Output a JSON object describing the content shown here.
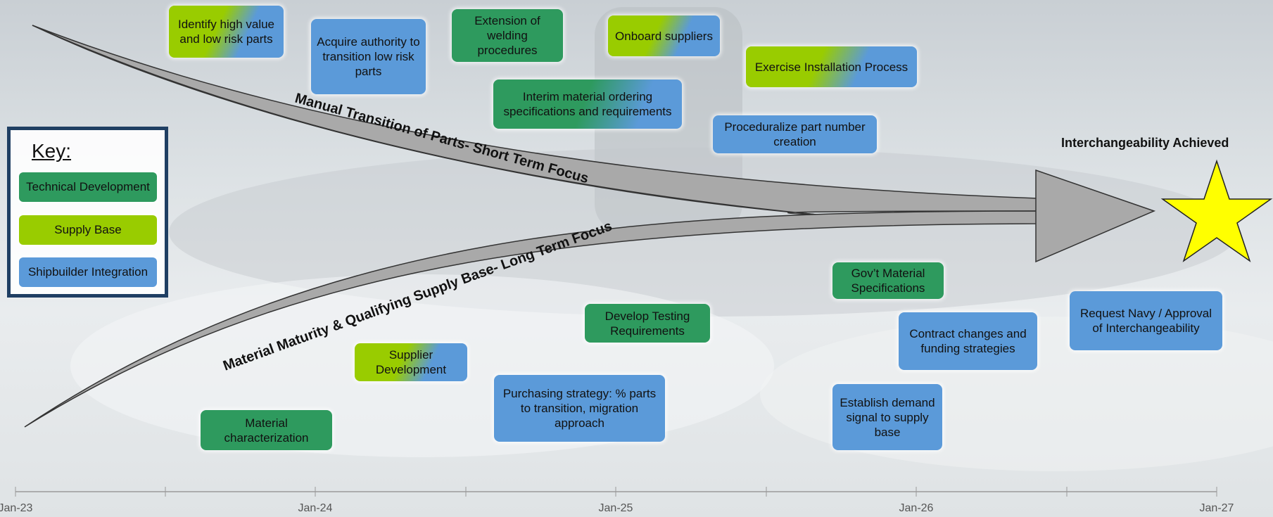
{
  "arrows": {
    "short_term": "Manual Transition of Parts- Short Term Focus",
    "long_term": "Material Maturity & Qualifying Supply Base- Long Term Focus"
  },
  "goal": {
    "label": "Interchangeability Achieved",
    "icon": "star-icon",
    "color": "#ffff00"
  },
  "key": {
    "title": "Key:",
    "items": [
      {
        "label": "Technical Development",
        "color": "#2e9a5e"
      },
      {
        "label": "Supply Base",
        "color": "#99cc00"
      },
      {
        "label": "Shipbuilder Integration",
        "color": "#5b9ad9"
      }
    ]
  },
  "tasks": [
    {
      "id": "identify",
      "text": "Identify high value and low risk  parts",
      "category": "Supply Base / Shipbuilder Integration"
    },
    {
      "id": "acquire",
      "text": "Acquire  authority to transition low risk parts",
      "category": "Shipbuilder Integration"
    },
    {
      "id": "extension",
      "text": "Extension of welding procedures",
      "category": "Technical Development"
    },
    {
      "id": "onboard",
      "text": "Onboard suppliers",
      "category": "Supply Base / Shipbuilder Integration"
    },
    {
      "id": "exercise",
      "text": "Exercise Installation Process",
      "category": "Supply Base / Shipbuilder Integration"
    },
    {
      "id": "interim",
      "text": "Interim material ordering specifications and requirements",
      "category": "Technical Development / Shipbuilder Integration"
    },
    {
      "id": "proceduralize",
      "text": "Proceduralize part number creation",
      "category": "Shipbuilder Integration"
    },
    {
      "id": "govt",
      "text": "Gov’t Material Specifications",
      "category": "Technical Development"
    },
    {
      "id": "develop_testing",
      "text": "Develop Testing Requirements",
      "category": "Technical Development"
    },
    {
      "id": "contract",
      "text": "Contract changes and funding strategies",
      "category": "Shipbuilder Integration"
    },
    {
      "id": "request",
      "text": "Request Navy / Approval of Interchangeability",
      "category": "Shipbuilder Integration"
    },
    {
      "id": "supplier_dev",
      "text": "Supplier Development",
      "category": "Supply Base / Shipbuilder Integration"
    },
    {
      "id": "purchasing",
      "text": "Purchasing strategy:  % parts to transition, migration approach",
      "category": "Shipbuilder Integration"
    },
    {
      "id": "establish",
      "text": "Establish demand signal to supply base",
      "category": "Shipbuilder Integration"
    },
    {
      "id": "material_char",
      "text": "Material characterization",
      "category": "Technical Development"
    }
  ],
  "timeline": {
    "ticks": [
      "Jan-23",
      "Jan-24",
      "Jan-25",
      "Jan-26",
      "Jan-27"
    ]
  }
}
